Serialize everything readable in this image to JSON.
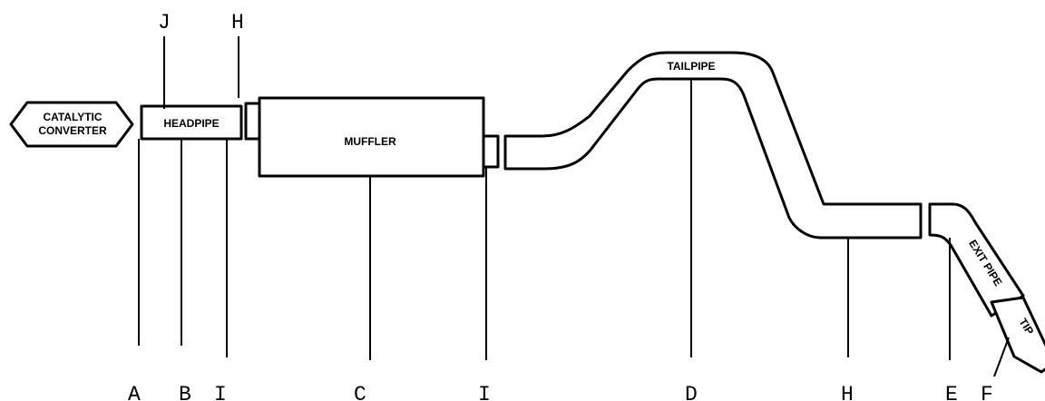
{
  "parts": {
    "catalytic_converter": [
      "CATALYTIC",
      "CONVERTER"
    ],
    "headpipe": "HEADPIPE",
    "muffler": "MUFFLER",
    "tailpipe": "TAILPIPE",
    "exit_pipe": "EXIT PIPE",
    "tip": "TIP"
  },
  "letters": {
    "j": "J",
    "h_top": "H",
    "a": "A",
    "b": "B",
    "i_left": "I",
    "c": "C",
    "i_right": "I",
    "d": "D",
    "h_bottom": "H",
    "e": "E",
    "f": "F"
  },
  "colors": {
    "stroke": "#000000",
    "background": "#ffffff"
  }
}
